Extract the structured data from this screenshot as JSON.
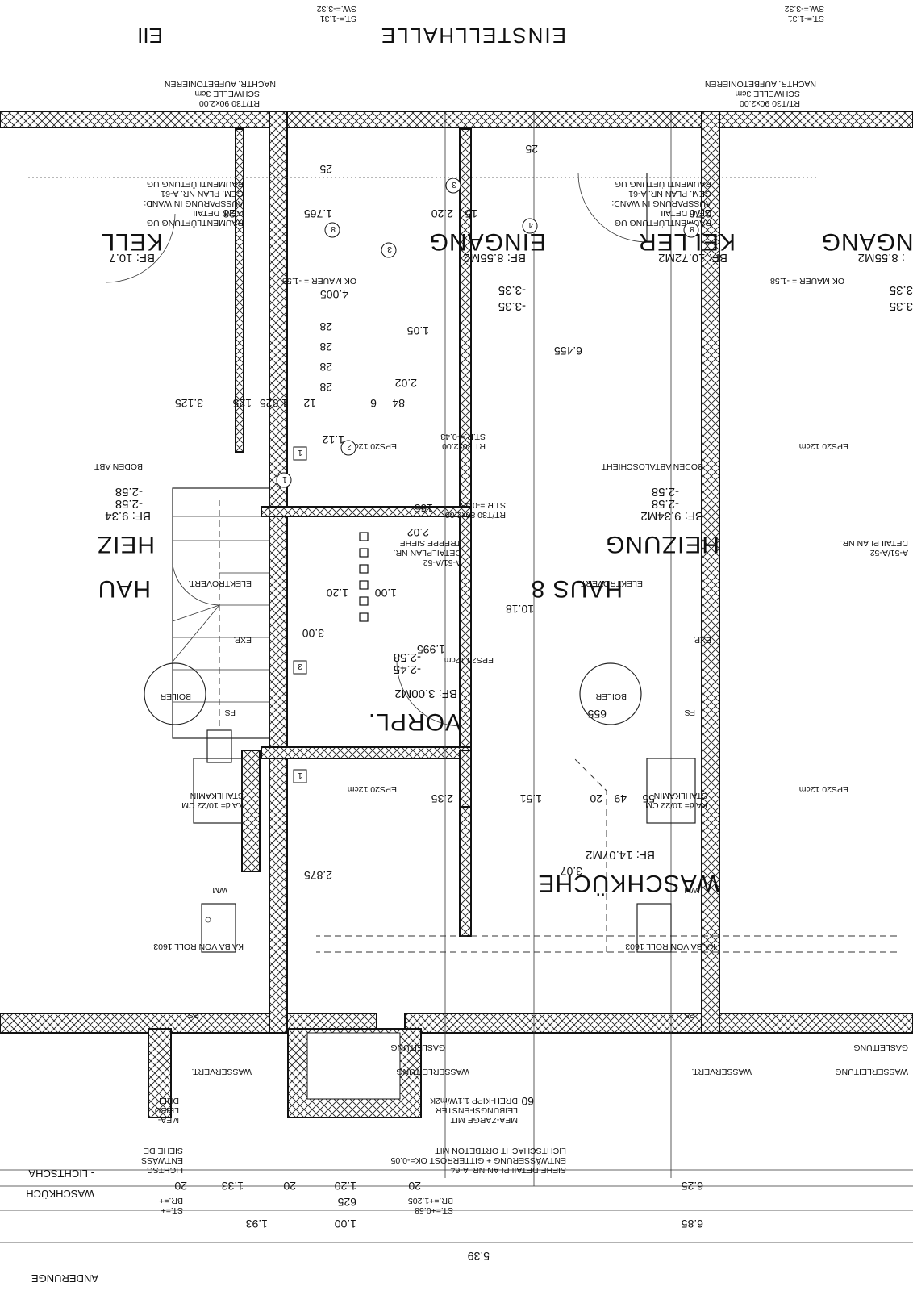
{
  "heading_top": "EINSTELLHALLE",
  "heading_edge": "EII",
  "edge_labels": {
    "left_top": "ANDERUNGE",
    "left_mid1": "WASCHKÜCH",
    "left_mid2": "- LICHTSCHA"
  },
  "rooms": {
    "eingang": {
      "name": "EINGANG",
      "area": "BF: 8.55M2"
    },
    "keller": {
      "name": "KELLER",
      "area": "BF: 10.72M2"
    },
    "heizung": {
      "name": "HEIZUNG",
      "area": "BF: 9.34M2"
    },
    "vorpl": {
      "name": "VORPL.",
      "area": "BF: 3.00M2"
    },
    "waschkueche": {
      "name": "WASCHKÜCHE",
      "area": "BF: 14.07M2"
    },
    "haus8": "HAUS 8",
    "edge_kell": "KELL",
    "edge_kell_area": "BF: 10.7",
    "edge_heiz": "HEIZ",
    "edge_heiz_area": "BF: 9.34",
    "edge_hau": "HAU",
    "edge_eingang_right": "INGANG",
    "edge_area_right": ": 8.55M2"
  },
  "levels": {
    "eingang_a": "-3.35",
    "eingang_b": "-3.35",
    "heizung_a": "-2.58",
    "heizung_b": "-2.58",
    "vorpl_a": "-2.58",
    "vorpl_b": "-2.45",
    "edge_a": "-2.58",
    "edge_b": "-2.58",
    "edge_r1": "3.35",
    "edge_r2": "3.35"
  },
  "notes": {
    "door_top": [
      "RT/T30 90x2.00",
      "SCHWELLE 3cm",
      "NACHTR. AUFBETONIEREN"
    ],
    "sw_top": [
      "ST.=-1.31",
      "SW.=-3.32"
    ],
    "vent": [
      "RAUMENTLÜFTUNG UG",
      "GEM. PLAN NR. A-61",
      "AUSSPARUNG IN WAND:",
      "GEM. DETAIL",
      "RAUMENTLÜFTUNG UG"
    ],
    "stair_detail": [
      "TREPPE SIEHE",
      "DETAILPLAN NR.",
      "A-51/A-52"
    ],
    "door_rt": [
      "RT 80x2.00",
      "ST.R.=-0.43"
    ],
    "door_rt30": [
      "RT/T30 80x2.00",
      "ST.R.=-0.43"
    ],
    "mauer": "OK MAUER = -1.58",
    "eps": "EPS20 12cm",
    "boden": "BODEN ABTALOSCHIEHT",
    "boden_edge": "BODEN ABT",
    "elektro": "ELEKTROVERT.",
    "exp": "EXP.",
    "boiler": "BOILER",
    "fs": "FS",
    "kamin": [
      "KA  d= 10/22 CM",
      "STAHLKAMIN"
    ],
    "wm": "WM",
    "ka_roll": "KA   BA VON ROLL 1603",
    "ps": "PS",
    "gas": "GASLEITUNG",
    "wasser": "WASSERLEITUNG",
    "wasserv": "WASSERVERT.",
    "lichtschacht": [
      "SIEHE DETAILPLAN NR. A-64",
      "ENTWÄSSERUNG + GITTERROST OK=-0.05",
      "LICHTSCHACHT ORTBETON MIT"
    ],
    "mea": [
      "MEA-ZARGE MIT",
      "LEIBUNGSFENSTER",
      "DREH-KIPP 1.1W/m2K"
    ],
    "st_br": [
      "ST.=+0.58",
      "BR.=+1.205"
    ],
    "left_small": [
      "ST.=+",
      "BR.=+",
      "LICHTSC",
      "ENTWÄSS",
      "SIEHE DE",
      "MEA-",
      "LEIBU",
      "DREH"
    ]
  },
  "dims": {
    "d25a": "25",
    "d25b": "25",
    "d176": "1.765",
    "d220": "2.20",
    "d15": "15",
    "d276": "2.76",
    "d28": "28",
    "d400": "4.005",
    "d105": "1.05",
    "d202a": "2.02",
    "d645": "6.455",
    "d312": "3.125",
    "d102": "1.025",
    "d125": "125",
    "d12": "12",
    "d6": "6",
    "d84": "84",
    "d112": "1.12",
    "d165": "165",
    "d202b": "2.02",
    "d120": "1.20",
    "d100": "1.00",
    "d300": "3.00",
    "d195": "1.995",
    "d1018": "10.18",
    "d655": "655",
    "d235": "2.35",
    "d151": "1.51",
    "d55": "55",
    "d49": "49",
    "d20": "20",
    "d287": "2.875",
    "d307": "3.07",
    "d60": "60",
    "b_20a": "20",
    "b_133": "1.33",
    "b_20b": "20",
    "b_120": "1.20",
    "b_20c": "20",
    "b_625": "6.25",
    "b_625s": "625",
    "b_193": "1.93",
    "b_100": "1.00",
    "b_685": "6.85",
    "b_539": "5.39",
    "stairs": [
      "28",
      "28",
      "28",
      "28"
    ]
  },
  "circles": [
    "1",
    "2",
    "3",
    "8",
    "3",
    "4",
    "8"
  ],
  "squares": [
    "1",
    "3",
    "1"
  ]
}
